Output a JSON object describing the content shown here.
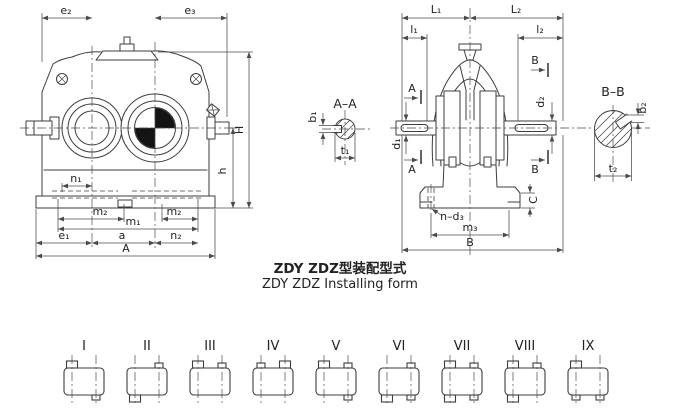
{
  "colors": {
    "background": "#ffffff",
    "line": "#3d3d3d",
    "dim": "#4a4a4a",
    "text": "#222222",
    "center_mark_black": "#141414"
  },
  "drawing_title": {
    "cn": "ZDY ZDZ型装配型式",
    "en": "ZDY ZDZ Installing form"
  },
  "front_view": {
    "dims": {
      "e2": "e₂",
      "e3": "e₃",
      "H": "H",
      "h": "h",
      "n1": "n₁",
      "m2_left": "m₂",
      "m2_right": "m₂",
      "m1": "m₁",
      "e1": "e₁",
      "a": "a",
      "n2": "n₂",
      "A": "A"
    }
  },
  "section_a": {
    "title": "A–A",
    "b1": "b₁",
    "t1": "t₁"
  },
  "side_view": {
    "dims": {
      "L1": "L₁",
      "L2": "L₂",
      "l1": "l₁",
      "l2": "l₂",
      "d1": "d₁",
      "d2": "d₂",
      "C": "C",
      "n_d3": "n–d₃",
      "m3": "m₃",
      "B_width": "B"
    },
    "section_marks": {
      "A_top": "A",
      "A_bottom": "A",
      "B_top": "B",
      "B_bottom": "B"
    }
  },
  "section_b": {
    "title": "B–B",
    "b2": "b₂",
    "t2": "t₂"
  },
  "installing_forms": [
    {
      "numeral": "I",
      "stubs": [
        {
          "pos": "top-left",
          "size": "large"
        },
        {
          "pos": "bottom-right",
          "size": "small"
        }
      ]
    },
    {
      "numeral": "II",
      "stubs": [
        {
          "pos": "top-right",
          "size": "small"
        },
        {
          "pos": "bottom-left",
          "size": "large"
        }
      ]
    },
    {
      "numeral": "III",
      "stubs": [
        {
          "pos": "top-left",
          "size": "large"
        },
        {
          "pos": "top-right",
          "size": "small"
        }
      ]
    },
    {
      "numeral": "IV",
      "stubs": [
        {
          "pos": "top-left",
          "size": "small"
        },
        {
          "pos": "top-right",
          "size": "large"
        }
      ]
    },
    {
      "numeral": "V",
      "stubs": [
        {
          "pos": "top-left",
          "size": "large"
        },
        {
          "pos": "top-right",
          "size": "small"
        },
        {
          "pos": "bottom-right",
          "size": "small"
        }
      ]
    },
    {
      "numeral": "VI",
      "stubs": [
        {
          "pos": "top-right",
          "size": "small"
        },
        {
          "pos": "bottom-left",
          "size": "large"
        },
        {
          "pos": "bottom-right",
          "size": "small"
        }
      ]
    },
    {
      "numeral": "VII",
      "stubs": [
        {
          "pos": "top-left",
          "size": "large"
        },
        {
          "pos": "top-right",
          "size": "small"
        },
        {
          "pos": "bottom-left",
          "size": "large"
        },
        {
          "pos": "bottom-right",
          "size": "small"
        }
      ]
    },
    {
      "numeral": "VIII",
      "stubs": [
        {
          "pos": "top-left",
          "size": "large"
        },
        {
          "pos": "top-right",
          "size": "small"
        },
        {
          "pos": "bottom-left",
          "size": "large"
        }
      ]
    },
    {
      "numeral": "IX",
      "stubs": [
        {
          "pos": "top-left",
          "size": "large"
        },
        {
          "pos": "bottom-left",
          "size": "small"
        },
        {
          "pos": "bottom-right",
          "size": "small"
        }
      ]
    }
  ]
}
